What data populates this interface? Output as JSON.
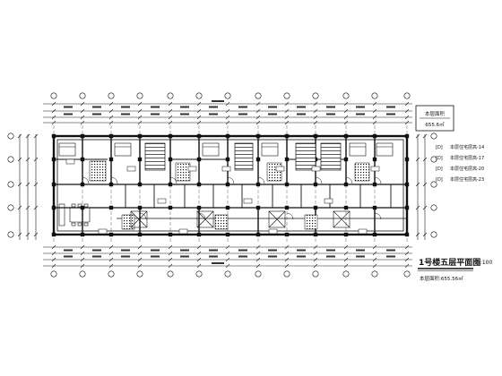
{
  "drawing": {
    "title": "1号楼五层平面图",
    "scale": "1:100",
    "area_label": "本层面积:655.56㎡"
  },
  "side_box": {
    "title": "本层面积",
    "value": "655.6㎡"
  },
  "legend_items": [
    {
      "marker": "[D]",
      "text": "本层住宅层高-14"
    },
    {
      "marker": "[D]",
      "text": "本层住宅层高-17"
    },
    {
      "marker": "[D]",
      "text": "本层住宅层高-20"
    },
    {
      "marker": "[D]",
      "text": "本层住宅层高-23"
    }
  ],
  "colors": {
    "line": "#1a1a1a",
    "background": "#ffffff"
  }
}
